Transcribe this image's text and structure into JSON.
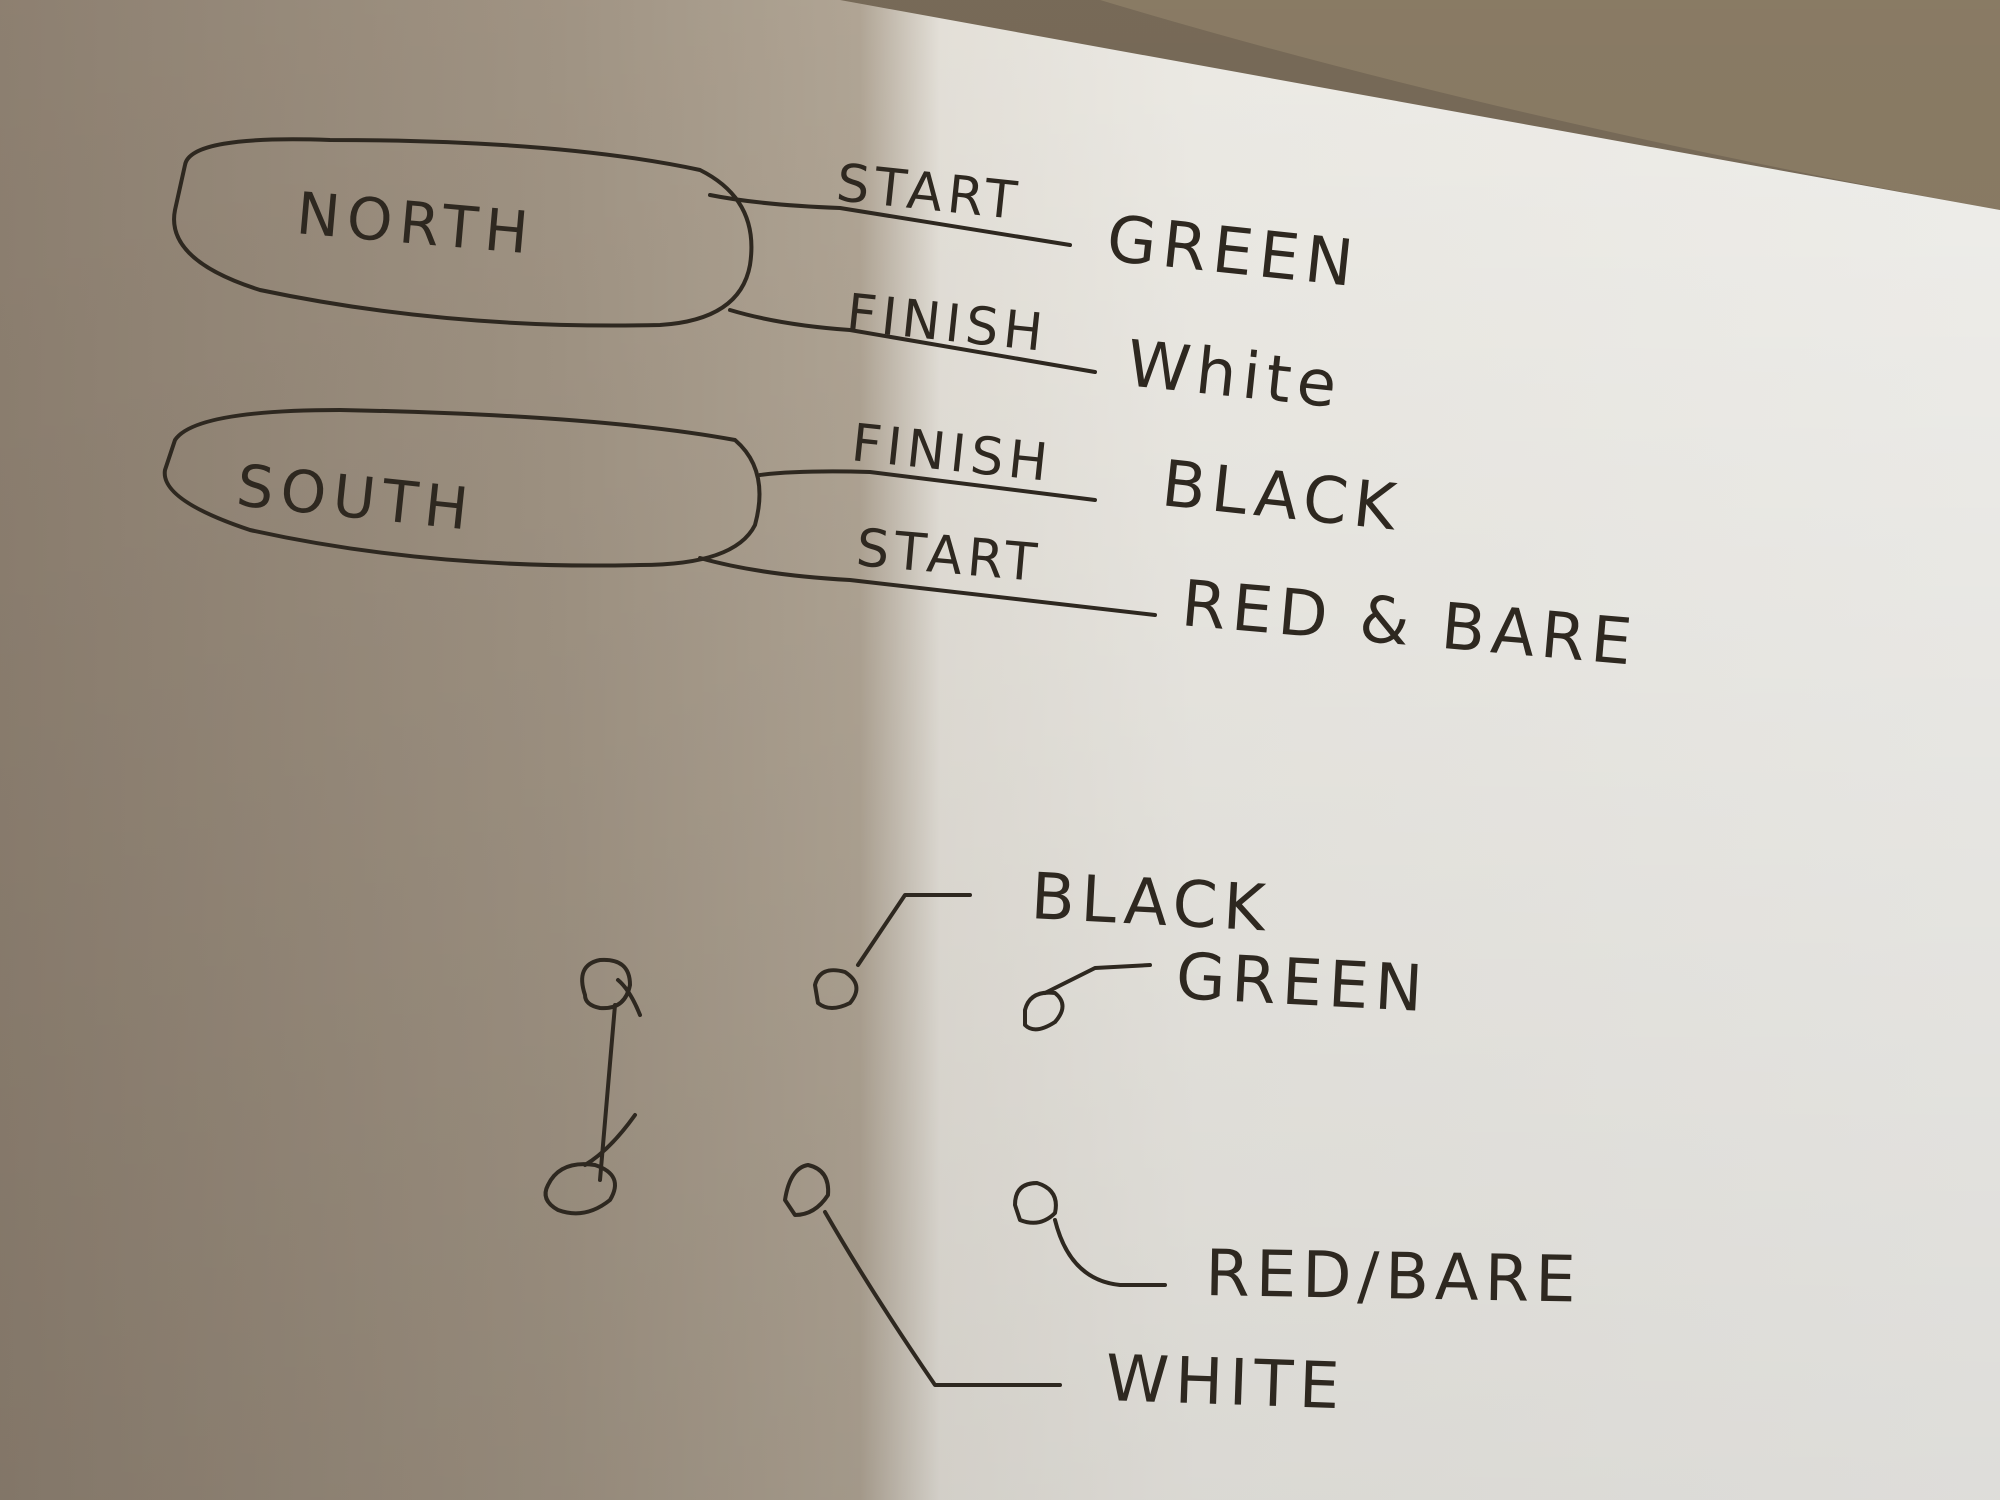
{
  "coils": [
    {
      "name": "NORTH",
      "leads": [
        {
          "end": "START",
          "wire": "GREEN"
        },
        {
          "end": "FINISH",
          "wire": "White"
        }
      ]
    },
    {
      "name": "SOUTH",
      "leads": [
        {
          "end": "FINISH",
          "wire": "BLACK"
        },
        {
          "end": "START",
          "wire": "RED & BARE"
        }
      ]
    }
  ],
  "switch_terminals": {
    "labels": [
      "BLACK",
      "GREEN",
      "RED/BARE",
      "WHITE"
    ]
  },
  "colors": {
    "ink": "#2e2820",
    "paper_lit": "#fbf9f4",
    "paper_shadow": "#a39686",
    "background": "#7d6f5c"
  }
}
